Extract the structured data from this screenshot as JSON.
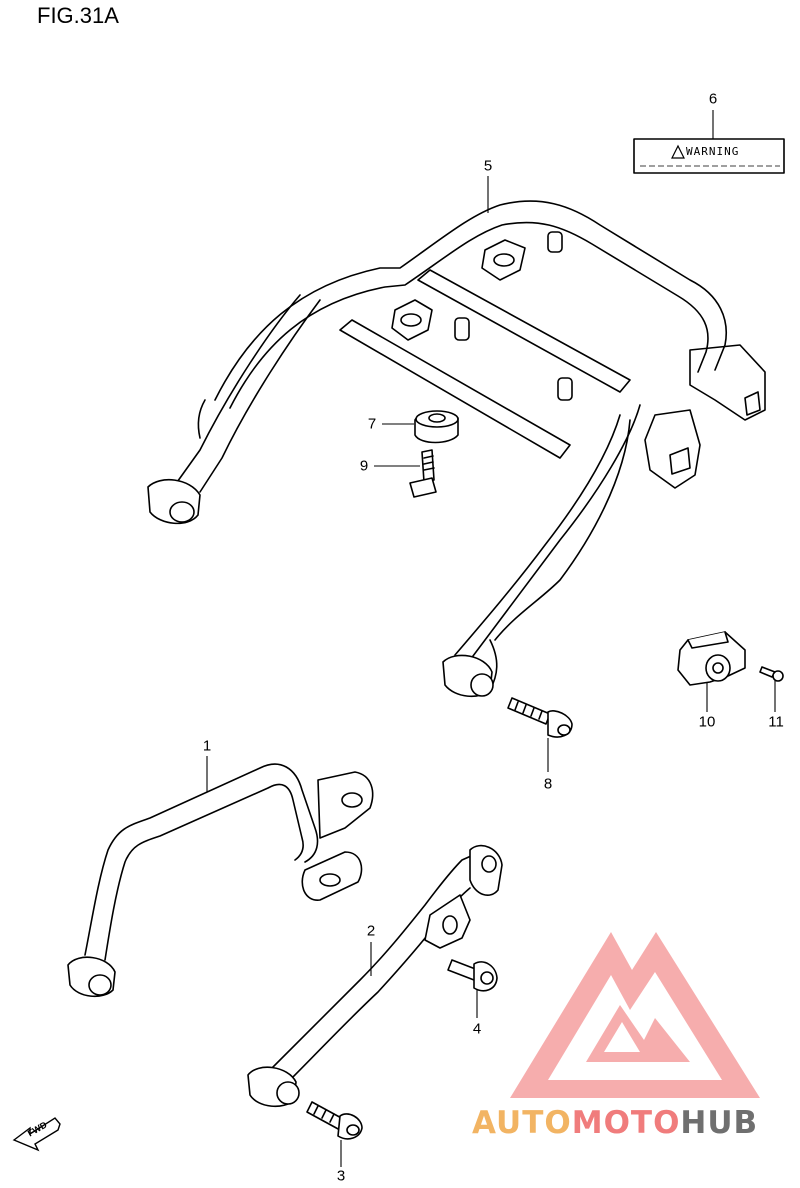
{
  "figure": {
    "title": "FIG.31A"
  },
  "callouts": {
    "c1": "1",
    "c2": "2",
    "c3": "3",
    "c4": "4",
    "c5": "5",
    "c6": "6",
    "c7": "7",
    "c8": "8",
    "c9": "9",
    "c10": "10",
    "c11": "11"
  },
  "warning_label": {
    "text": "WARNING"
  },
  "fwd_arrow": {
    "text": "FWD"
  },
  "watermark": {
    "part1": "AUTO",
    "part2": "MOTO",
    "part3": "HUB"
  },
  "colors": {
    "line": "#000000",
    "logo_red": "#f28b8b",
    "logo_orange": "#f2b463",
    "logo_gray": "#6f6f6f"
  }
}
